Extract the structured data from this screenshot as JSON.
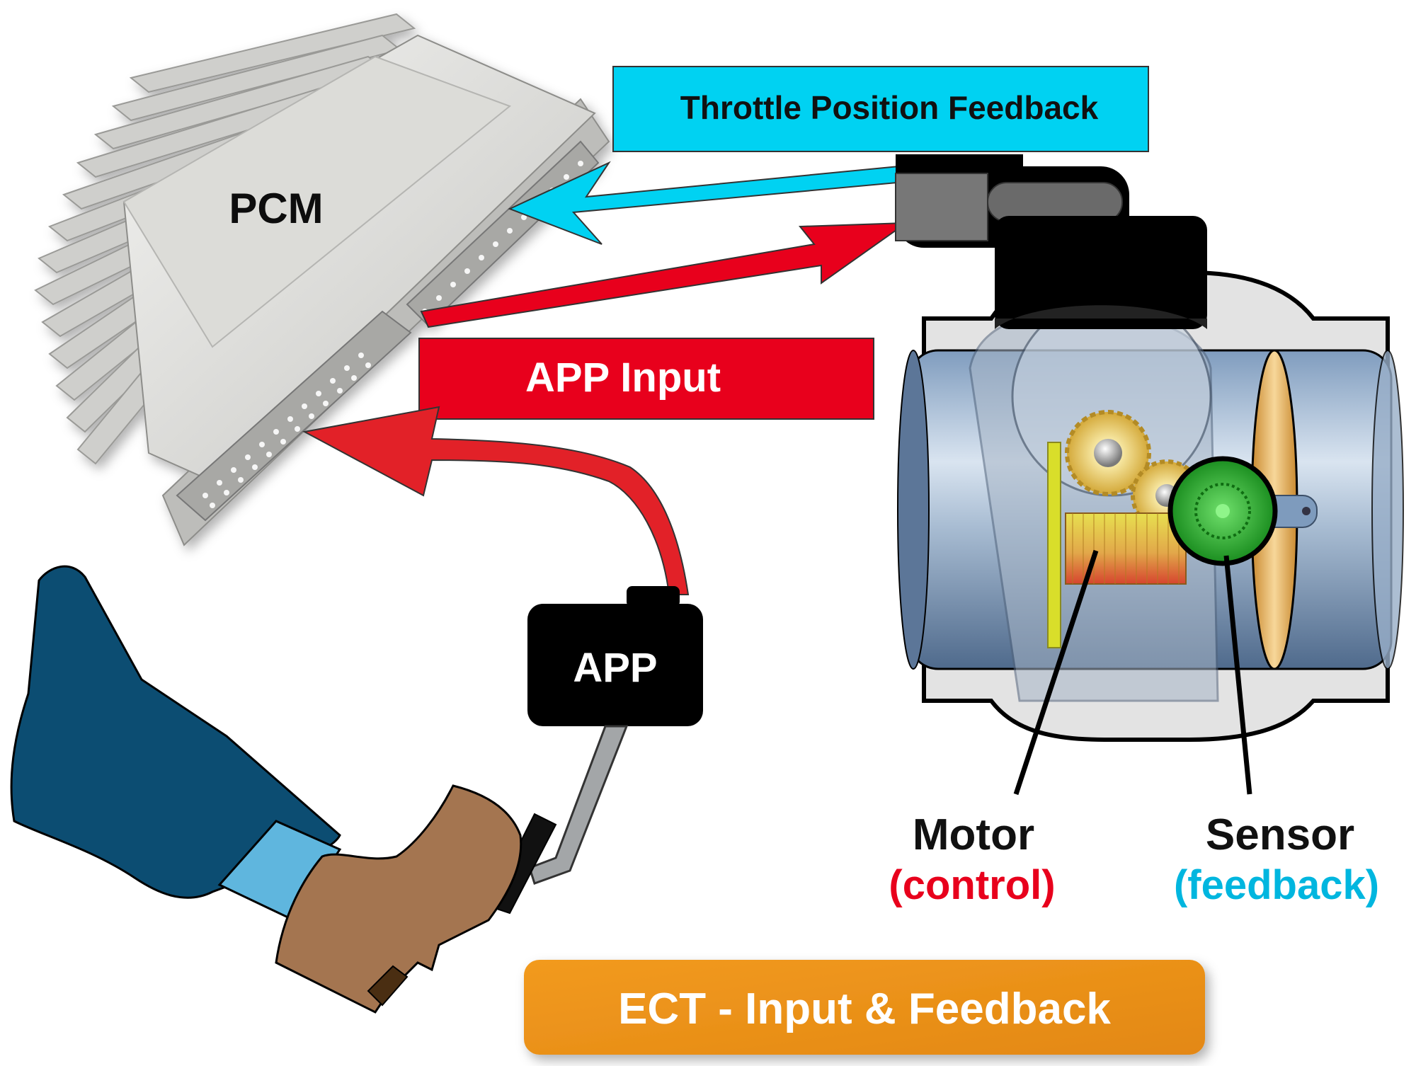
{
  "labels": {
    "pcm": "PCM",
    "throttle_feedback": "Throttle Position Feedback",
    "app_input": "APP Input",
    "app": "APP",
    "motor": "Motor",
    "motor_role": "(control)",
    "sensor": "Sensor",
    "sensor_role": "(feedback)",
    "caption": "ECT - Input & Feedback"
  },
  "colors": {
    "feedback_cyan": "#00d2f2",
    "input_red": "#e8001c",
    "caption_orange": "#f29a1f",
    "pcm_gray": "#d8d8d5",
    "app_black": "#000000",
    "throttle_blue": "#6d88a8",
    "gear_yellow": "#e9c64a",
    "sensor_green": "#1a9e1e",
    "pant_blue": "#0c4d72",
    "sock_blue": "#5fb6de",
    "boot_brown": "#a47550"
  }
}
